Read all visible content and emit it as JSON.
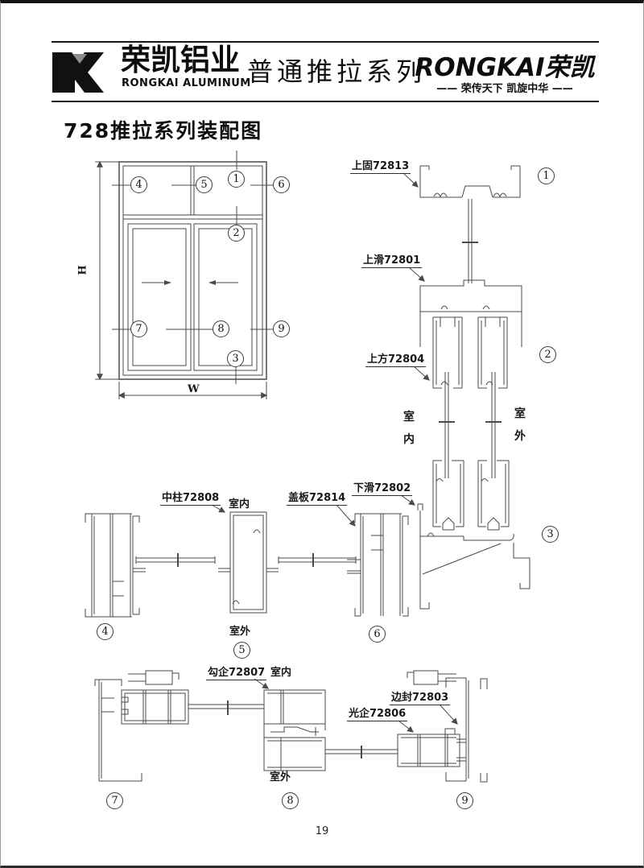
{
  "header": {
    "brand_cn": "荣凯铝业",
    "brand_en": "RONGKAI ALUMINUM",
    "series_title": "普通推拉系列",
    "brand_logo_right": "RONGKAI荣凯",
    "slogan": "—— 荣传天下  凯旋中华 ——"
  },
  "title": "728推拉系列装配图",
  "page_number": "19",
  "dimensions": {
    "height_label": "H",
    "width_label": "W"
  },
  "location_labels": {
    "indoor": "室内",
    "outdoor": "室外"
  },
  "part_labels": {
    "top_fix": "上固72813",
    "top_slide": "上滑72801",
    "top_sash": "上方72804",
    "bottom_slide": "下滑72802",
    "center_post": "中柱72808",
    "cover_plate": "盖板72814",
    "hook_stile": "勾企72807",
    "interlock_stile": "光企72806",
    "edge_seal": "边封72803"
  },
  "markers": {
    "n1": "1",
    "n2": "2",
    "n3": "3",
    "n4": "4",
    "n5": "5",
    "n6": "6",
    "n7": "7",
    "n8": "8",
    "n9": "9"
  },
  "line_color": "#4a4a4a"
}
